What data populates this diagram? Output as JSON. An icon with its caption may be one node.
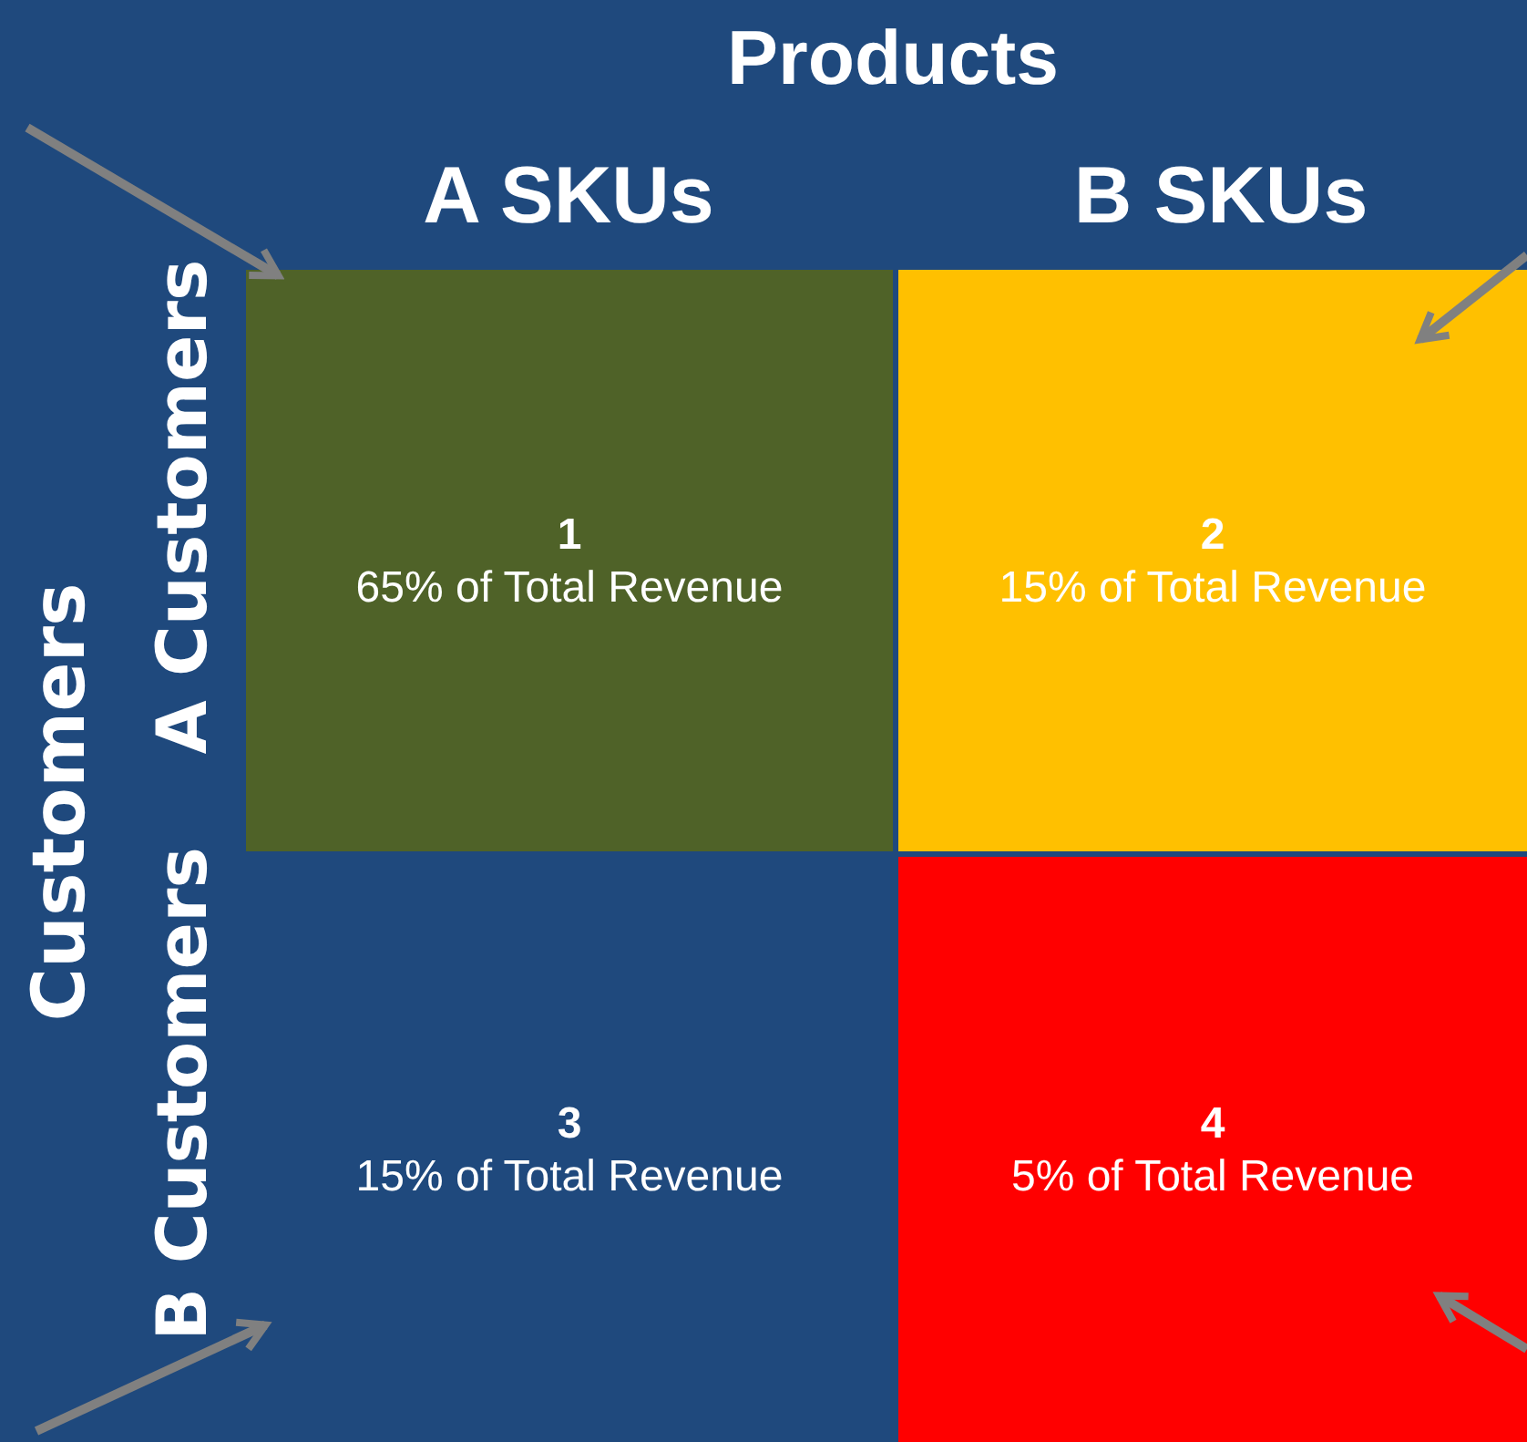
{
  "diagram": {
    "nodes": [
      {
        "text": [
          "1",
          "65% of Total Revenue"
        ]
      },
      {
        "text": [
          "2",
          "15% of Total Revenue"
        ]
      },
      {
        "text": [
          "3",
          "15% of Total Revenue"
        ]
      },
      {
        "text": [
          "4",
          "5% of Total Revenue"
        ]
      }
    ],
    "edges": [
      {
        "from": null,
        "to": 0,
        "arrow": "to"
      },
      {
        "from": null,
        "to": 1,
        "arrow": "to"
      },
      {
        "from": null,
        "to": 2,
        "arrow": "to"
      },
      {
        "from": null,
        "to": 3,
        "arrow": "to"
      }
    ],
    "labels": [
      "Products",
      "A SKUs",
      "B SKUs",
      "Customers",
      "A Customers",
      "B Customers"
    ]
  }
}
